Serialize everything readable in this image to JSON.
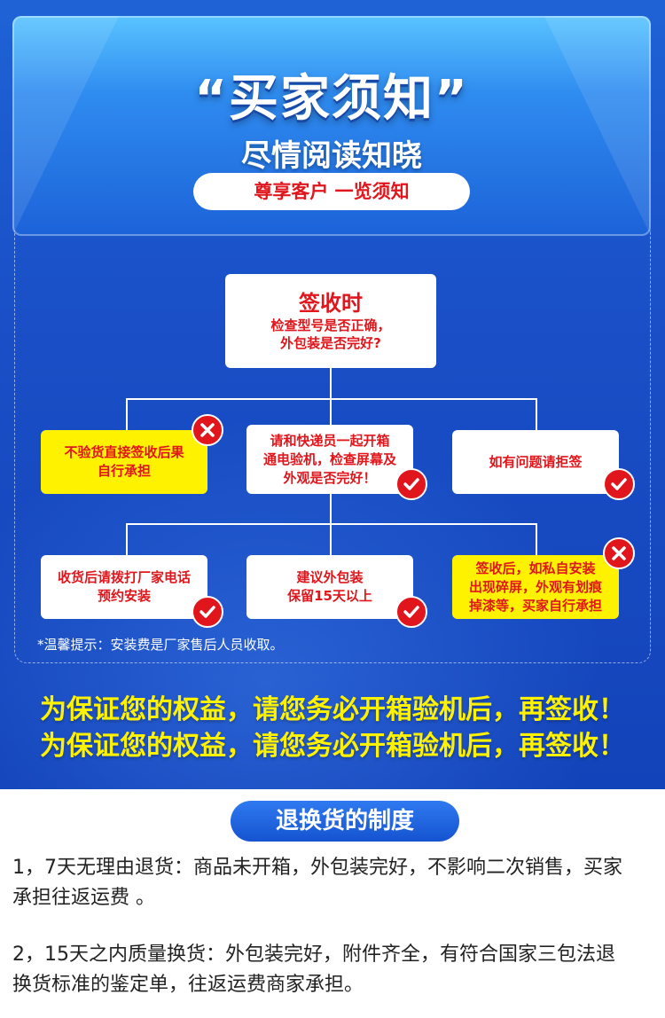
{
  "header": {
    "title": "“买家须知”",
    "subtitle": "尽情阅读知晓",
    "pill": "尊享客户  一览须知"
  },
  "flow": {
    "top": {
      "title": "签收时",
      "text": "检查型号是否正确，\n外包装是否完好?"
    },
    "row1": [
      {
        "text": "不验货直接签收后果\n自行承担",
        "style": "yellow",
        "badge": "cross-icon"
      },
      {
        "text": "请和快递员一起开箱\n通电验机，检查屏幕及\n外观是否完好！",
        "style": "white",
        "badge": "check-icon"
      },
      {
        "text": "如有问题请拒签",
        "style": "white",
        "badge": "check-icon"
      }
    ],
    "row2": [
      {
        "text": "收货后请拨打厂家电话\n预约安装",
        "style": "white",
        "badge": "check-icon"
      },
      {
        "text": "建议外包装\n保留15天以上",
        "style": "white",
        "badge": "check-icon"
      },
      {
        "text": "签收后，如私自安装\n出现碎屏，外观有划痕\n掉漆等，买家自行承担",
        "style": "yellow",
        "badge": "cross-icon"
      }
    ]
  },
  "tip": "*温馨提示：安装费是厂家售后人员收取。",
  "warnings": [
    "为保证您的权益，请您务必开箱验机后，再签收！",
    "为保证您的权益，请您务必开箱验机后，再签收！"
  ],
  "policy": {
    "title": "退换货的制度",
    "items": [
      "1，7天无理由退货：商品未开箱，外包装完好，不影响二次销售，买家承担往返运费 。",
      "2，15天之内质量换货：外包装完好，附件齐全，有符合国家三包法退换货标准的鉴定单，往返运费商家承担。"
    ]
  },
  "colors": {
    "brand_red": "#e0161c",
    "warning_yellow": "#fff200",
    "blue": "#1a4fc7"
  }
}
